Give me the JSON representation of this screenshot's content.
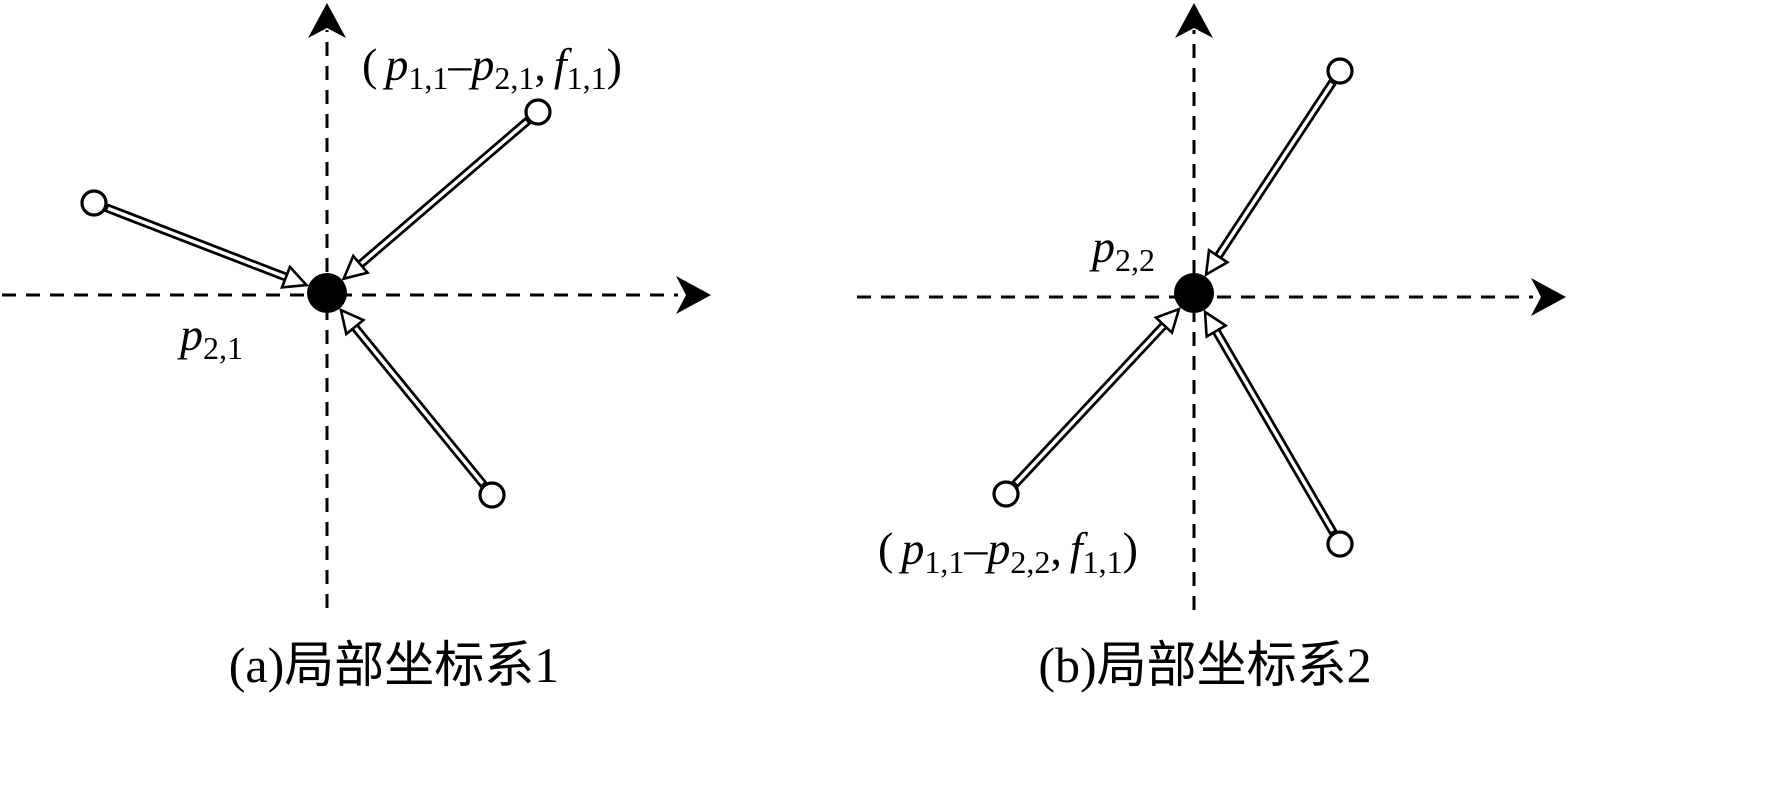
{
  "panels": [
    {
      "id": "a",
      "caption": "(a)局部坐标系1",
      "center_label": {
        "var": "p",
        "sub": "2,1"
      },
      "edge_label": {
        "open": "(",
        "t1": "p",
        "s1": "1,1",
        "minus": "–",
        "t2": "p",
        "s2": "2,1",
        "comma": ",",
        "t3": "f",
        "s3": "1,1",
        "close": ")"
      },
      "neighbor_count": 3
    },
    {
      "id": "b",
      "caption": "(b)局部坐标系2",
      "center_label": {
        "var": "p",
        "sub": "2,2"
      },
      "edge_label": {
        "open": "(",
        "t1": "p",
        "s1": "1,1",
        "minus": "–",
        "t2": "p",
        "s2": "2,2",
        "comma": ",",
        "t3": "f",
        "s3": "1,1",
        "close": ")"
      },
      "neighbor_count": 3
    }
  ]
}
